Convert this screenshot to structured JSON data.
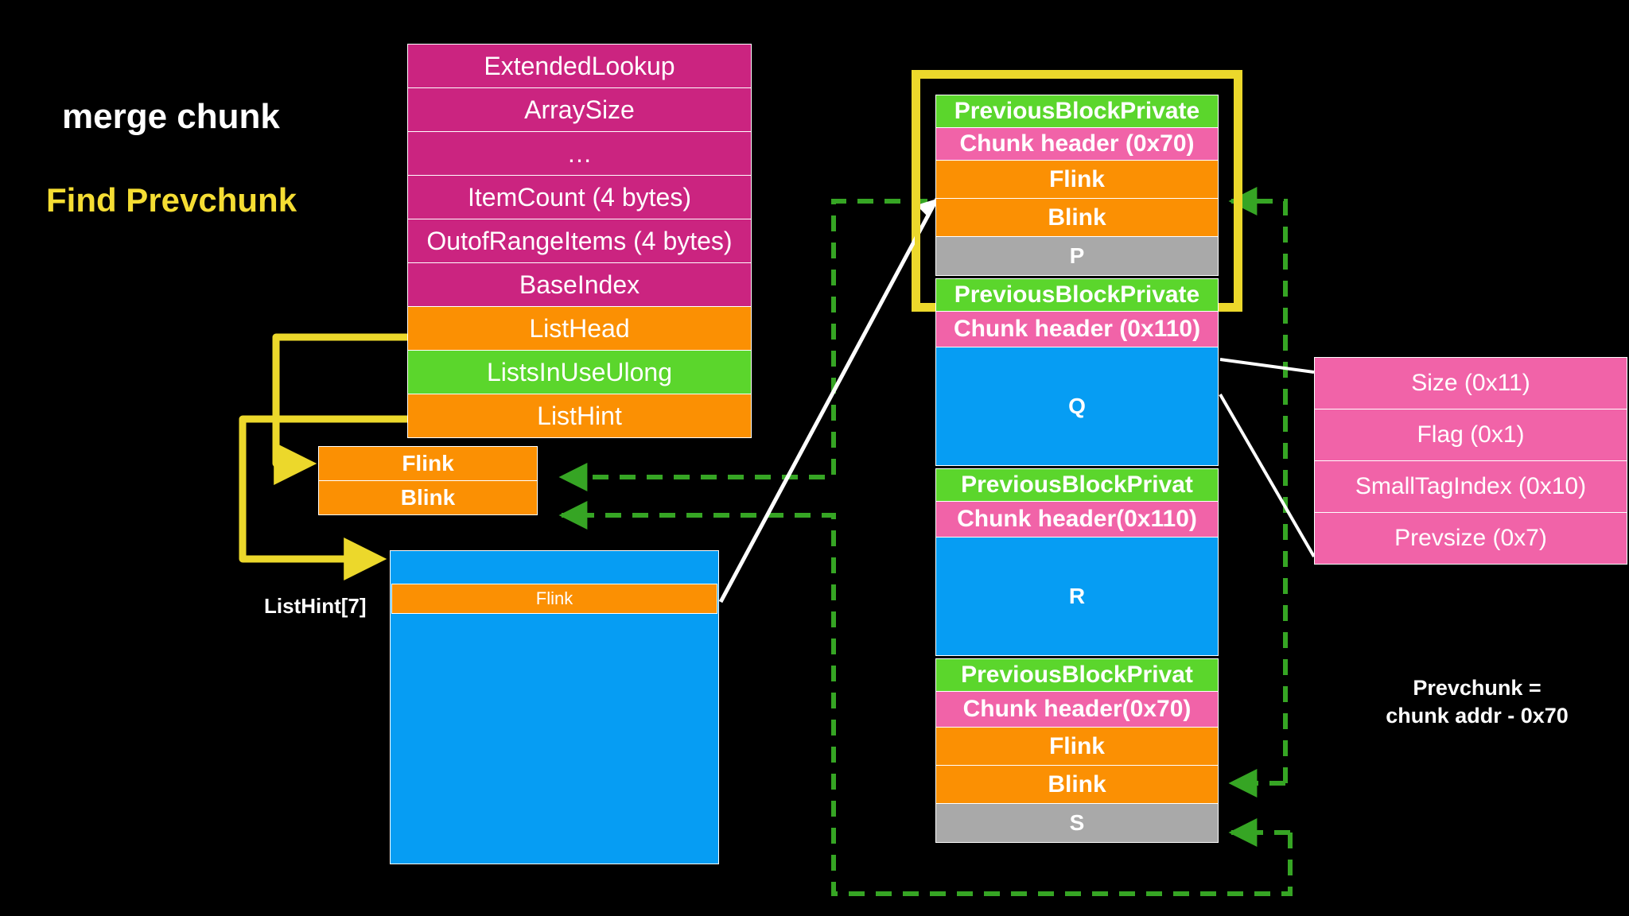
{
  "headings": {
    "merge_chunk": "merge chunk",
    "find_prevchunk": "Find Prevchunk"
  },
  "notes": {
    "prevchunk_line1": "Prevchunk =",
    "prevchunk_line2": "chunk addr - 0x70",
    "listhint_label": "ListHint[7]"
  },
  "lookup_table": {
    "rows": [
      {
        "label": "ExtendedLookup",
        "color": "#cb2480"
      },
      {
        "label": "ArraySize",
        "color": "#cb2480"
      },
      {
        "label": "…",
        "color": "#cb2480"
      },
      {
        "label": "ItemCount (4 bytes)",
        "color": "#cb2480"
      },
      {
        "label": "OutofRangeItems (4 bytes)",
        "color": "#cb2480"
      },
      {
        "label": "BaseIndex",
        "color": "#cb2480"
      },
      {
        "label": "ListHead",
        "color": "#fb9003"
      },
      {
        "label": "ListsInUseUlong",
        "color": "#5bd62c"
      },
      {
        "label": "ListHint",
        "color": "#fb9003"
      }
    ]
  },
  "free_entry": {
    "rows": [
      {
        "label": "Flink",
        "color": "#fb9003"
      },
      {
        "label": "Blink",
        "color": "#fb9003"
      }
    ]
  },
  "listhint_chunk": {
    "flink_label": "Flink"
  },
  "chunk_column": {
    "chunks": [
      {
        "name": "P",
        "rows": [
          {
            "label": "PreviousBlockPrivate",
            "color": "#5bd62c",
            "height": 40
          },
          {
            "label": "Chunk header (0x70)",
            "color": "#f163a8",
            "height": 40
          },
          {
            "label": "Flink",
            "color": "#fb9003",
            "height": 47
          },
          {
            "label": "Blink",
            "color": "#fb9003",
            "height": 47
          },
          {
            "label": "P",
            "color": "#a9a9a9",
            "height": 48
          }
        ]
      },
      {
        "name": "Q",
        "rows": [
          {
            "label": "PreviousBlockPrivate",
            "color": "#5bd62c",
            "height": 40
          },
          {
            "label": "Chunk header (0x110)",
            "color": "#f163a8",
            "height": 44
          },
          {
            "label": "Q",
            "color": "#069df3",
            "height": 148
          }
        ]
      },
      {
        "name": "R",
        "rows": [
          {
            "label": "PreviousBlockPrivat",
            "color": "#5bd62c",
            "height": 40
          },
          {
            "label": "Chunk header(0x110)",
            "color": "#f163a8",
            "height": 44
          },
          {
            "label": "R",
            "color": "#069df3",
            "height": 148
          }
        ]
      },
      {
        "name": "S",
        "rows": [
          {
            "label": "PreviousBlockPrivat",
            "color": "#5bd62c",
            "height": 40
          },
          {
            "label": "Chunk header(0x70)",
            "color": "#f163a8",
            "height": 44
          },
          {
            "label": "Flink",
            "color": "#fb9003",
            "height": 47
          },
          {
            "label": "Blink",
            "color": "#fb9003",
            "height": 47
          },
          {
            "label": "S",
            "color": "#a9a9a9",
            "height": 48
          }
        ]
      }
    ]
  },
  "header_detail_table": {
    "rows": [
      {
        "label": "Size (0x11)",
        "color": "#f163a8"
      },
      {
        "label": "Flag (0x1)",
        "color": "#f163a8"
      },
      {
        "label": "SmallTagIndex (0x10)",
        "color": "#f163a8"
      },
      {
        "label": "Prevsize (0x7)",
        "color": "#f163a8"
      }
    ]
  },
  "colors": {
    "background": "#000000",
    "magenta": "#cb2480",
    "pink": "#f163a8",
    "orange": "#fb9003",
    "green": "#5bd62c",
    "blue": "#069df3",
    "grey": "#a9a9a9",
    "yellow_highlight": "#ecd82b",
    "green_arrow": "#36a524",
    "white_line": "#ffffff"
  }
}
